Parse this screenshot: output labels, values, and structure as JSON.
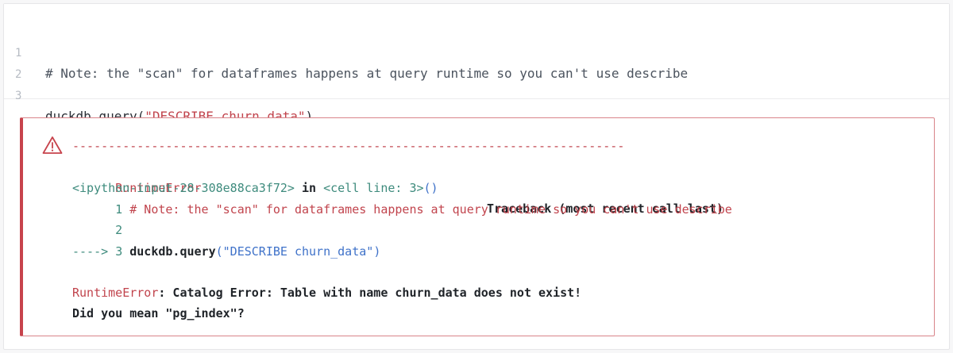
{
  "code_cell": {
    "lines": [
      {
        "number": "1",
        "comment": "# Note: the \"scan\" for dataframes happens at query runtime so you can't use describe"
      },
      {
        "number": "2"
      },
      {
        "number": "3",
        "call": "duckdb.query(",
        "string": "\"DESCRIBE churn_data\"",
        "close": ")"
      }
    ]
  },
  "error_output": {
    "icon": "warning-icon",
    "separator": "-----------------------------------------------------------------------------",
    "error_name": "RuntimeError",
    "traceback_title": "Traceback (most recent call last)",
    "location": {
      "file": "<ipython-input-28-308e88ca3f72>",
      "in_word": " in ",
      "cell": "<cell line: 3>",
      "parens": "()"
    },
    "context": [
      {
        "prefix": "      1 ",
        "text": "# Note: the \"scan\" for dataframes happens at query runtime so you can't use describe"
      },
      {
        "prefix": "      2",
        "text": ""
      },
      {
        "arrow": "----> ",
        "num": "3 ",
        "call": "duckdb.query",
        "paren_open": "(",
        "string": "\"DESCRIBE churn_data\"",
        "paren_close": ")"
      }
    ],
    "message": {
      "name": "RuntimeError",
      "text": ": Catalog Error: Table with name churn_data does not exist!",
      "line2": "Did you mean \"pg_index\"?"
    }
  },
  "colors": {
    "error_red": "#c1444d",
    "traceback_green": "#3e8b7d",
    "string_blue": "#3f72c9"
  }
}
